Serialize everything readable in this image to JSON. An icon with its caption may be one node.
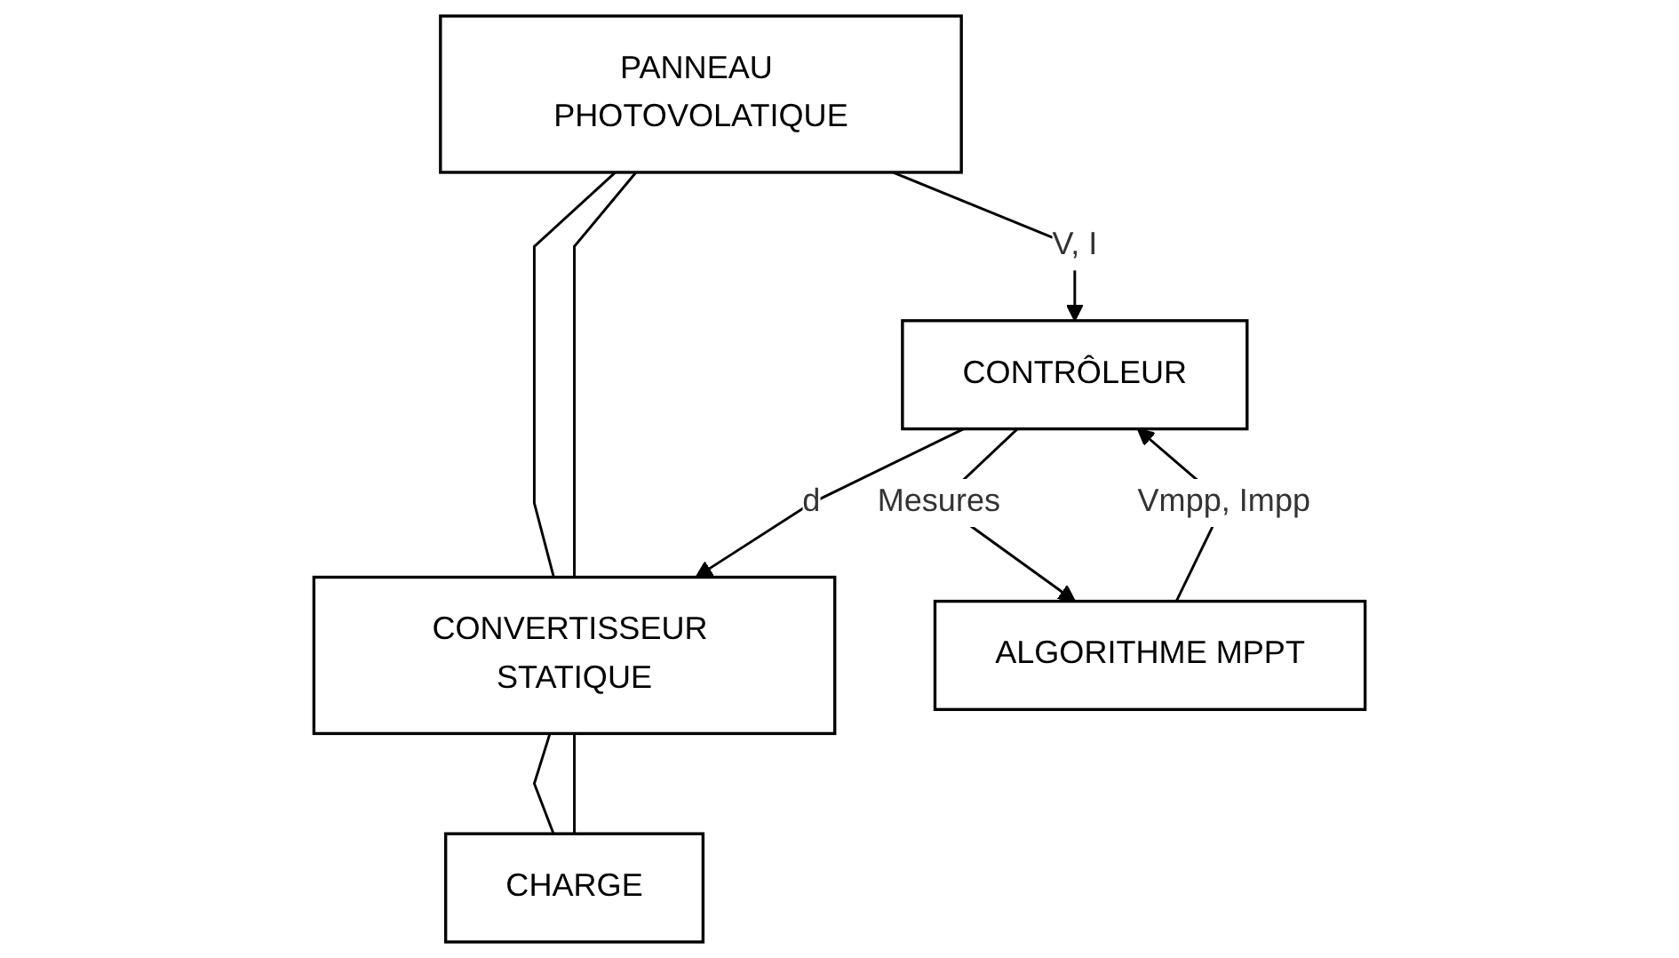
{
  "diagram": {
    "nodes": [
      {
        "text": [
          "PANNEAU PHOTOVOLATIQUE"
        ]
      },
      {
        "text": [
          "CONVERTISSEUR STATIQUE"
        ]
      },
      {
        "text": [
          "CHARGE"
        ]
      },
      {
        "text": [
          "CONTRÔLEUR"
        ]
      },
      {
        "text": [
          "ALGORITHME MPPT"
        ]
      }
    ],
    "edges": [
      {
        "from": 0,
        "to": 1,
        "arrow": "none"
      },
      {
        "from": 0,
        "to": 1,
        "arrow": "none"
      },
      {
        "from": 1,
        "to": 2,
        "arrow": "none"
      },
      {
        "from": 1,
        "to": 2,
        "arrow": "none"
      },
      {
        "from": 0,
        "to": 3,
        "arrow": "to",
        "label": "V, I"
      },
      {
        "from": 3,
        "to": 1,
        "arrow": "to",
        "label": "d"
      },
      {
        "from": 3,
        "to": 4,
        "arrow": "to",
        "label": "Mesures"
      },
      {
        "from": 4,
        "to": 3,
        "arrow": "to",
        "label": "Vmpp, Impp"
      }
    ]
  }
}
